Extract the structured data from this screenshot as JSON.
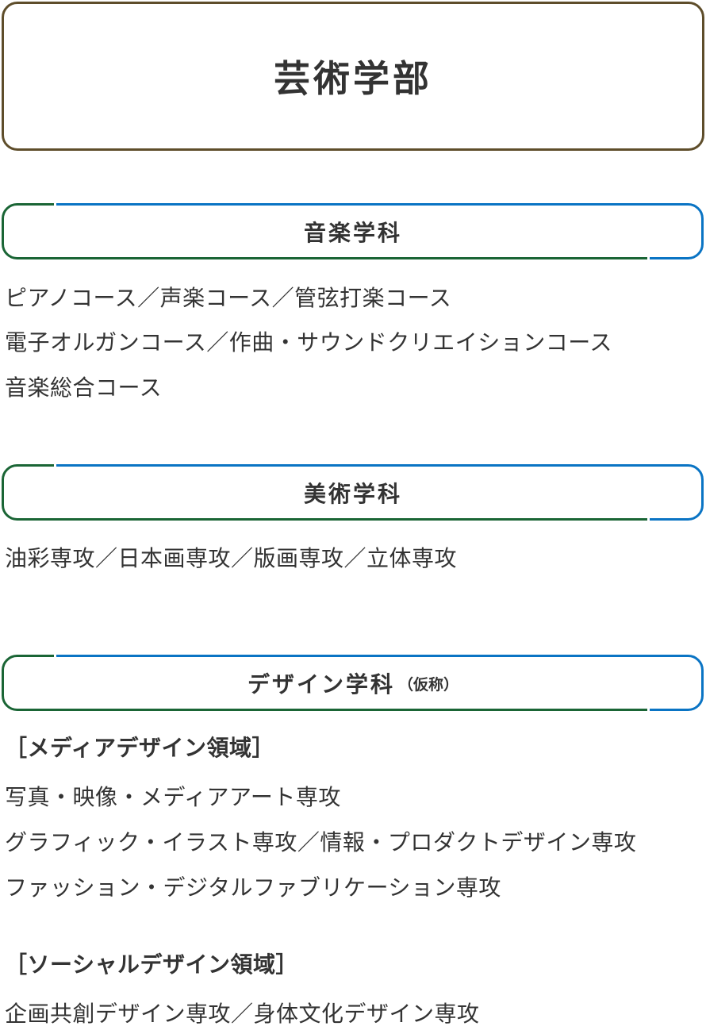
{
  "faculty": {
    "title": "芸術学部",
    "border_color": "#5e4d2a"
  },
  "colors": {
    "green": "#1a6535",
    "blue": "#0a74c4",
    "text": "#333333"
  },
  "departments": [
    {
      "name": "音楽学科",
      "note": "",
      "lines": [
        "ピアノコース／声楽コース／管弦打楽コース",
        "電子オルガンコース／作曲・サウンドクリエイションコース",
        "音楽総合コース"
      ]
    },
    {
      "name": "美術学科",
      "note": "",
      "lines": [
        "油彩専攻／日本画専攻／版画専攻／立体専攻"
      ]
    },
    {
      "name": "デザイン学科",
      "note": "（仮称）",
      "domains": [
        {
          "title": "［メディアデザイン領域］",
          "lines": [
            "写真・映像・メディアアート専攻",
            "グラフィック・イラスト専攻／情報・プロダクトデザイン専攻",
            "ファッション・デジタルファブリケーション専攻"
          ]
        },
        {
          "title": "［ソーシャルデザイン領域］",
          "lines": [
            "企画共創デザイン専攻／身体文化デザイン専攻"
          ]
        }
      ]
    }
  ]
}
